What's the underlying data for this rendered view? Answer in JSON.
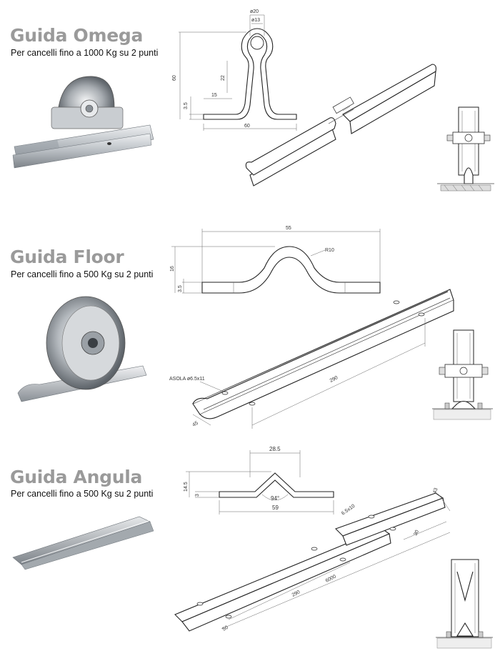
{
  "sections": [
    {
      "title": "Guida Omega",
      "subtitle": "Per cancelli fino a 1000 Kg su 2 punti",
      "dims": {
        "d20": "ø20",
        "d13": "ø13",
        "h60": "60",
        "h22": "22",
        "w15": "15",
        "h35": "3.5",
        "w60": "60"
      }
    },
    {
      "title": "Guida Floor",
      "subtitle": "Per cancelli fino a 500 Kg su 2 punti",
      "dims": {
        "w55": "55",
        "r10": "R10",
        "h16": "16",
        "h35": "3.5",
        "asola": "ASOLA ø6.5x11",
        "l290": "290",
        "w45": "45"
      }
    },
    {
      "title": "Guida Angula",
      "subtitle": "Per cancelli fino a 500 Kg su 2 punti",
      "dims": {
        "w285": "28.5",
        "h145": "14.5",
        "h3": "3",
        "a94": "94°",
        "w59": "59",
        "slot": "6.5x10",
        "w43": "43",
        "w30": "30",
        "l290": "290",
        "l6000": "6000",
        "w50": "50"
      }
    }
  ],
  "colors": {
    "title": "#9a9a9a",
    "text": "#111111",
    "metal": "#c8ccd0"
  }
}
